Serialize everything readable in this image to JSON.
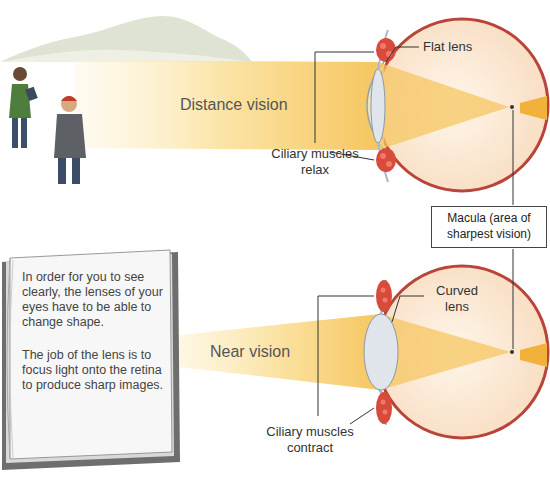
{
  "diagram": {
    "nodes": [
      {
        "text": [
          "Macula (area of sharpest vision)"
        ]
      }
    ],
    "labels": [
      "Flat lens",
      "Distance vision",
      "Ciliary muscles relax",
      "In order for you to see clearly, the lenses of your eyes have to be able to change shape.",
      "The job of the lens is to focus light onto the retina to produce sharp images.",
      "Curved lens",
      "Near vision",
      "Ciliary muscles contract"
    ]
  }
}
